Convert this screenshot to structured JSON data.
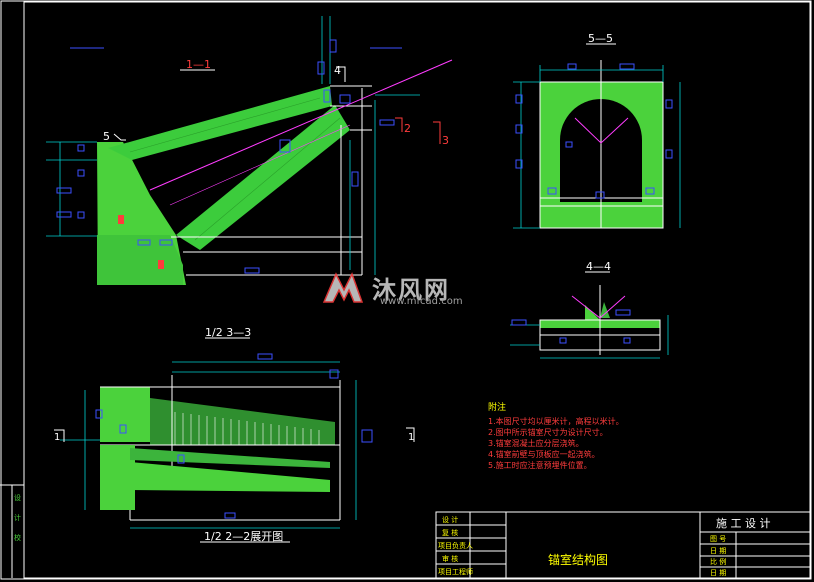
{
  "colors": {
    "background": "#000000",
    "line": "#ffffff",
    "concrete": "#4bd23c",
    "dimension": "#00d2d2",
    "label": "#ffff00",
    "axis": "#ff3cff",
    "note": "#ff3c3c",
    "blue": "#3c50ff"
  },
  "sections": {
    "s11": "1—1",
    "s55": "5—5",
    "s44": "4—4",
    "s33": "1/2  3—3",
    "s22": "1/2  2—2展开图"
  },
  "markers": {
    "m5": "5",
    "m4": "4",
    "m2": "2",
    "m3": "3",
    "m1a": "1",
    "m1b": "1"
  },
  "notes": {
    "heading": "附注",
    "items": [
      "1.本图尺寸均以厘米计，高程以米计。",
      "2.图中所示锚室尺寸为设计尺寸。",
      "3.锚室混凝土应分层浇筑。",
      "4.锚室前壁与顶板应一起浇筑。",
      "5.施工时应注意预埋件位置。"
    ]
  },
  "title_block": {
    "left_labels": [
      "设 计",
      "复 核",
      "项目负责人",
      "审 核",
      "项目工程师"
    ],
    "drawing_title": "锚室结构图",
    "stage": "施 工 设 计",
    "right_labels": [
      "图 号",
      "日 期",
      "比 例",
      "日 期"
    ]
  },
  "left_strip": [
    "设",
    "计",
    "校"
  ],
  "watermark": {
    "text": "沐风网",
    "url": "www.mfcad.com"
  }
}
